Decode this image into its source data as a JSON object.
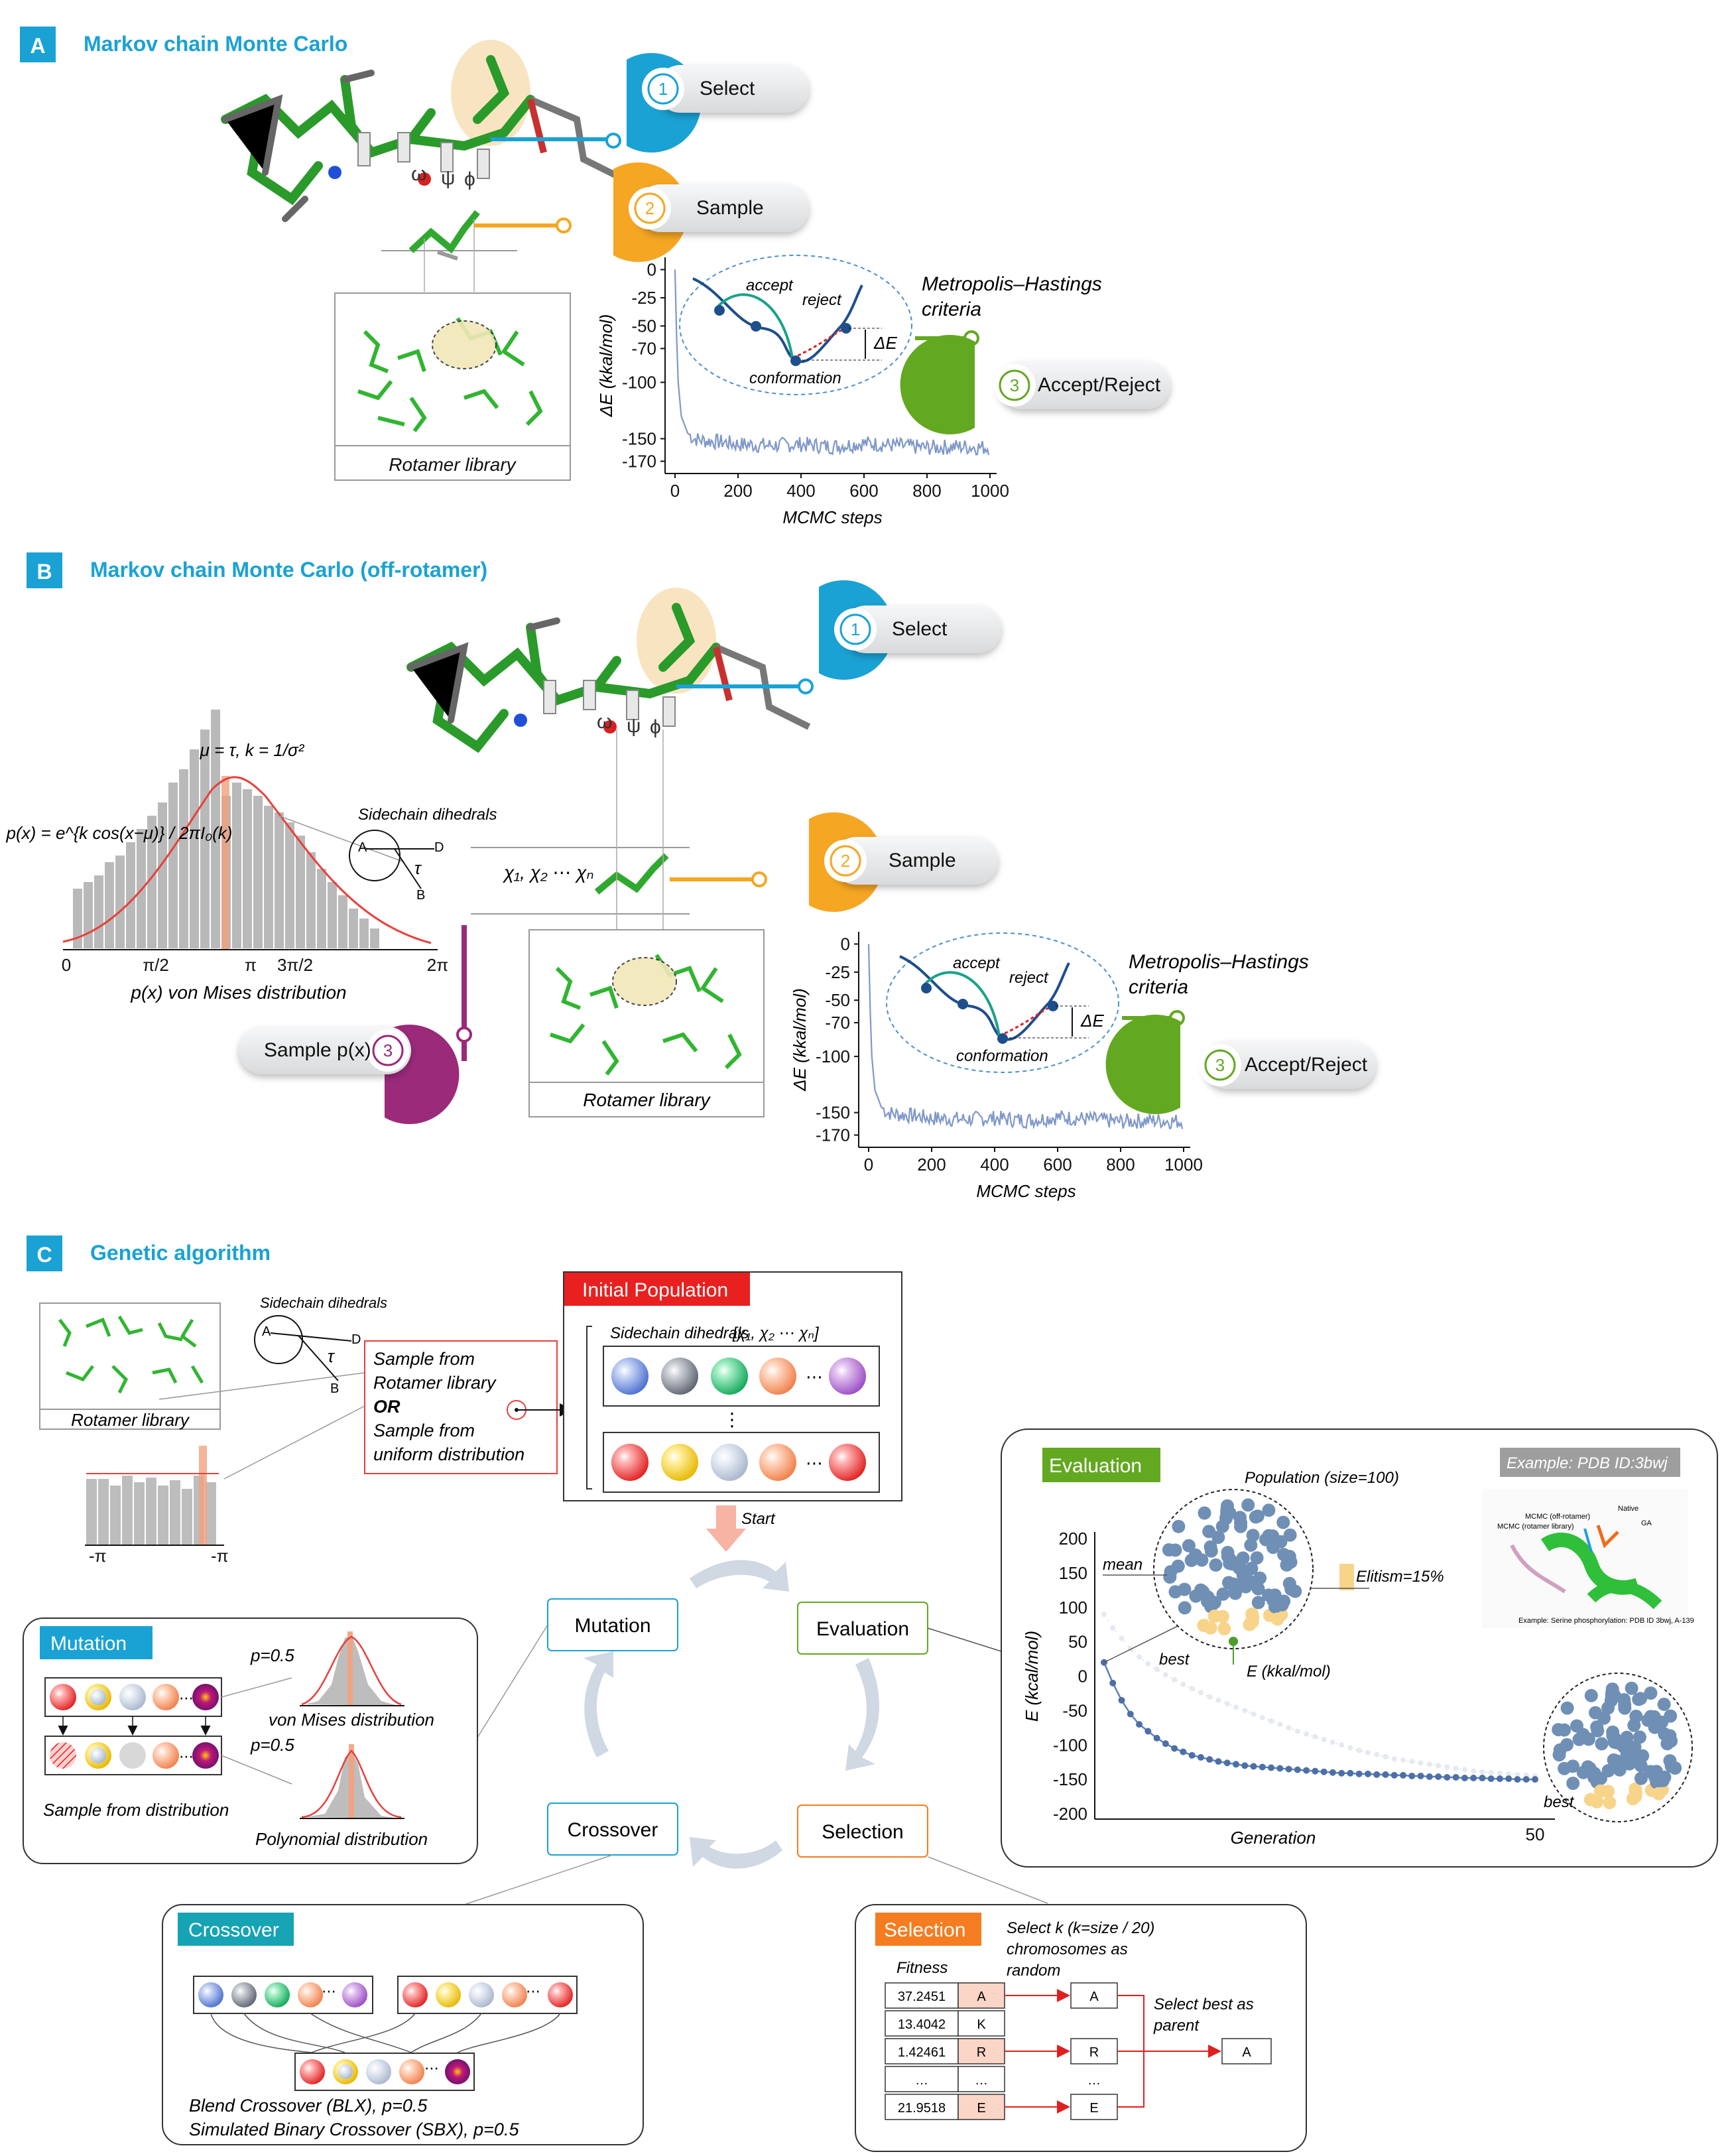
{
  "colors": {
    "blue": "#1aa2d4",
    "orange": "#f5a623",
    "green": "#63a821",
    "purple": "#9b2a7a",
    "red": "#e8201f",
    "teal": "#16a3b3",
    "deeporange": "#f57c20",
    "curve": "#7f98c9"
  },
  "panelA": {
    "badge": "A",
    "title": "Markov chain Monte Carlo",
    "step1": {
      "num": "1",
      "label": "Select"
    },
    "step2": {
      "num": "2",
      "label": "Sample"
    },
    "step3": {
      "num": "3",
      "label": "Accept/Reject"
    },
    "angles": {
      "omega": "ω",
      "psi": "ψ",
      "phi": "ϕ"
    },
    "rotamer_label": "Rotamer library",
    "inset": {
      "accept": "accept",
      "reject": "reject",
      "conformation": "conformation",
      "dE": "ΔE"
    },
    "criteria": [
      "Metropolis–Hastings",
      "criteria"
    ]
  },
  "panelB": {
    "badge": "B",
    "title": "Markov chain Monte Carlo (off-rotamer)",
    "step1": {
      "num": "1",
      "label": "Select"
    },
    "step2": {
      "num": "2",
      "label": "Sample"
    },
    "step3": {
      "num": "3",
      "label": "Accept/Reject"
    },
    "sampleP": {
      "num": "3",
      "label": "Sample p(x)"
    },
    "angles": {
      "omega": "ω",
      "psi": "ψ",
      "phi": "ϕ"
    },
    "rotamer_label": "Rotamer library",
    "sidechain_label": "Sidechain dihedrals",
    "dihedral": {
      "A": "A",
      "B": "B",
      "D": "D",
      "tau": "τ"
    },
    "chi": "χ₁, χ₂ ⋯ χₙ",
    "mu_formula": "μ = τ, k = 1/σ²",
    "px_formula": "p(x) = e^{k cos(x−μ)} / 2πI₀(k)",
    "vm_ticks": [
      "0",
      "π/2",
      "π",
      "3π/2",
      "2π"
    ],
    "vm_caption": "p(x) von Mises distribution",
    "inset": {
      "accept": "accept",
      "reject": "reject",
      "conformation": "conformation",
      "dE": "ΔE"
    },
    "criteria": [
      "Metropolis–Hastings",
      "criteria"
    ]
  },
  "panelC": {
    "badge": "C",
    "title": "Genetic algorithm",
    "rotamer_label": "Rotamer library",
    "sidechain_label": "Sidechain dihedrals",
    "dihedral": {
      "A": "A",
      "B": "B",
      "D": "D",
      "tau": "τ"
    },
    "sample_text": [
      "Sample from",
      "Rotamer library",
      "OR",
      "Sample from",
      "uniform distribution"
    ],
    "uniform_ticks": [
      "-π",
      "-π"
    ],
    "initial_population": {
      "title": "Initial Population",
      "sub": "Sidechain dihedrals",
      "vec": "[χ₁, χ₂ ⋯ χₙ]",
      "ellipsis": "⋯",
      "vdots": "⋮"
    },
    "start": "Start",
    "cycle": {
      "mutation": "Mutation",
      "evaluation": "Evaluation",
      "selection": "Selection",
      "crossover": "Crossover"
    },
    "mutation": {
      "title": "Mutation",
      "p1": "p=0.5",
      "p2": "p=0.5",
      "vm": "von Mises distribution",
      "poly": "Polynomial distribution",
      "caption": "Sample from distribution",
      "ellipsis": "⋯"
    },
    "crossover": {
      "title": "Crossover",
      "ellipsis": "⋯",
      "line1": "Blend Crossover (BLX), p=0.5",
      "line2": "Simulated Binary Crossover (SBX), p=0.5"
    },
    "selection": {
      "title": "Selection",
      "fitness": "Fitness",
      "note": [
        "Select k (k=size / 20)",
        "chromosomes as",
        "random"
      ],
      "best": [
        "Select best as",
        "parent"
      ],
      "rows": [
        {
          "fit": "37.2451",
          "id": "A"
        },
        {
          "fit": "13.4042",
          "id": "K"
        },
        {
          "fit": "1.42461",
          "id": "R"
        },
        {
          "fit": "…",
          "id": "…"
        },
        {
          "fit": "21.9518",
          "id": "E"
        }
      ],
      "picked": [
        "A",
        "R",
        "…",
        "E"
      ],
      "parent": "A"
    },
    "evaluation": {
      "title": "Evaluation",
      "example": "Example: PDB ID:3bwj",
      "population": "Population (size=100)",
      "mean": "mean",
      "best": "best",
      "best2": "best",
      "elitism": "Elitism=15%",
      "ekcal": "E (kkal/mol)",
      "xlabel": "Generation",
      "ylabel": "E (kcal/mol)",
      "xtick": "50",
      "yticks": [
        "200",
        "150",
        "100",
        "50",
        "0",
        "-50",
        "-100",
        "-150",
        "-200"
      ],
      "thumb": {
        "native": "Native",
        "ga": "GA",
        "mcmc_off": "MCMC (off-rotamer)",
        "mcmc_lib": "MCMC (rotamer library)",
        "caption": "Example: Serine phosphorylation: PDB ID 3bwj, A-139"
      }
    }
  },
  "chart_data": [
    {
      "type": "line",
      "title": "",
      "xlabel": "MCMC steps",
      "ylabel": "ΔE (kkal/mol)",
      "xticks": [
        "0",
        "200",
        "400",
        "600",
        "800",
        "1000"
      ],
      "yticks": [
        "0",
        "-25",
        "-50",
        "-70",
        "-100",
        "-150",
        "-170"
      ],
      "ytick_values": [
        0,
        -25,
        -50,
        -70,
        -100,
        -150,
        -170
      ],
      "xlim": [
        0,
        1000
      ],
      "series": [
        {
          "x": [
            0,
            5,
            10,
            20,
            40,
            60,
            100,
            150,
            200,
            300,
            400,
            500,
            600,
            700,
            800,
            900,
            1000
          ],
          "values": [
            0,
            -60,
            -100,
            -130,
            -145,
            -150,
            -152,
            -153,
            -155,
            -156,
            -155,
            -157,
            -154,
            -156,
            -158,
            -157,
            -158
          ]
        }
      ]
    },
    {
      "type": "line",
      "title": "",
      "xlabel": "MCMC steps",
      "ylabel": "ΔE (kkal/mol)",
      "xticks": [
        "0",
        "200",
        "400",
        "600",
        "800",
        "1000"
      ],
      "yticks": [
        "0",
        "-25",
        "-50",
        "-70",
        "-100",
        "-150",
        "-170"
      ],
      "ytick_values": [
        0,
        -25,
        -50,
        -70,
        -100,
        -150,
        -170
      ],
      "xlim": [
        0,
        1000
      ],
      "series": [
        {
          "x": [
            0,
            5,
            10,
            20,
            40,
            60,
            100,
            150,
            200,
            300,
            400,
            500,
            600,
            700,
            800,
            900,
            1000
          ],
          "values": [
            0,
            -60,
            -100,
            -130,
            -145,
            -150,
            -152,
            -153,
            -155,
            -156,
            -155,
            -157,
            -154,
            -156,
            -158,
            -157,
            -158
          ]
        }
      ]
    },
    {
      "type": "line",
      "title": "",
      "xlabel": "Generation",
      "ylabel": "E (kcal/mol)",
      "ylim": [
        -200,
        200
      ],
      "xlim": [
        0,
        50
      ],
      "series": [
        {
          "name": "best",
          "values": [
            20,
            -10,
            -35,
            -55,
            -70,
            -80,
            -90,
            -98,
            -105,
            -110,
            -115,
            -118,
            -121,
            -124,
            -126,
            -128,
            -130,
            -131,
            -132,
            -133,
            -134,
            -135,
            -136,
            -137,
            -138,
            -139,
            -140,
            -141,
            -141,
            -142,
            -142,
            -143,
            -143,
            -144,
            -144,
            -145,
            -145,
            -146,
            -146,
            -147,
            -147,
            -148,
            -148,
            -148,
            -149,
            -149,
            -149,
            -150,
            -150,
            -150
          ]
        },
        {
          "name": "mean",
          "values": [
            90,
            70,
            55,
            40,
            28,
            18,
            10,
            2,
            -5,
            -12,
            -18,
            -24,
            -30,
            -35,
            -40,
            -45,
            -50,
            -55,
            -60,
            -65,
            -70,
            -75,
            -80,
            -84,
            -88,
            -92,
            -96,
            -100,
            -104,
            -108,
            -111,
            -114,
            -117,
            -120,
            -122,
            -124,
            -126,
            -128,
            -130,
            -132,
            -134,
            -136,
            -138,
            -139,
            -140,
            -141,
            -142,
            -143,
            -144,
            -145
          ]
        }
      ]
    }
  ]
}
